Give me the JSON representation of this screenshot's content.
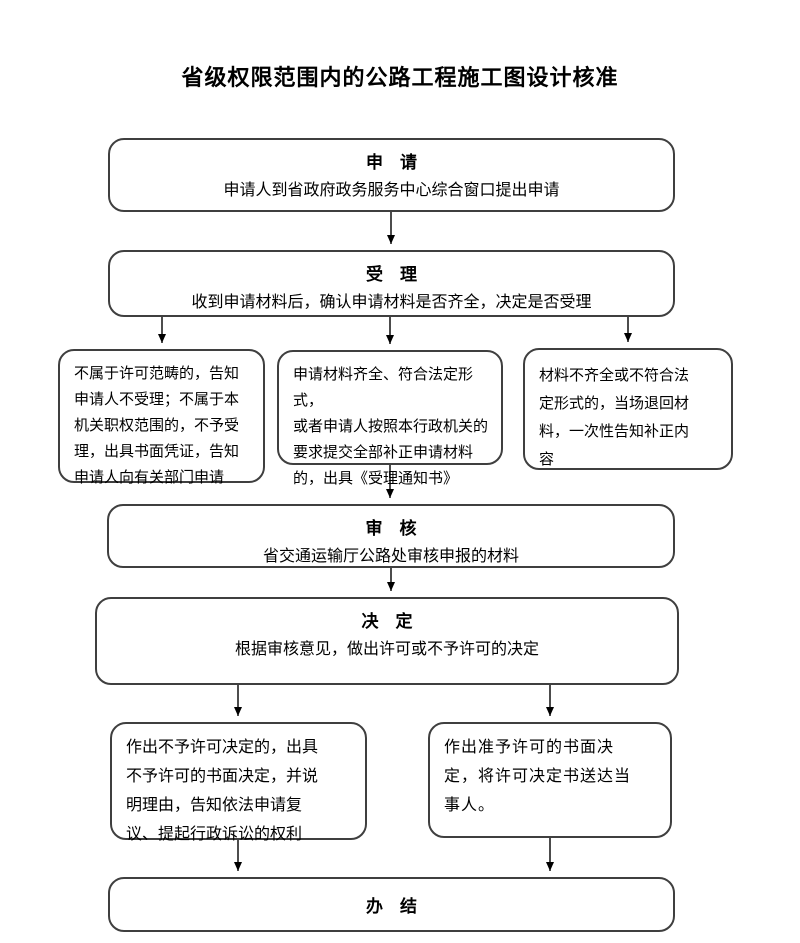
{
  "title": "省级权限范围内的公路工程施工图设计核准",
  "flowchart": {
    "apply": {
      "header": "申　请",
      "body": "申请人到省政府政务服务中心综合窗口提出申请"
    },
    "accept": {
      "header": "受　理",
      "body": "收到申请材料后，确认申请材料是否齐全，决定是否受理"
    },
    "branch_reject": {
      "body": "不属于许可范畴的，告知\n申请人不受理；不属于本\n机关职权范围的，不予受\n理，出具书面凭证，告知\n申请人向有关部门申请"
    },
    "branch_ok": {
      "body": "申请材料齐全、符合法定形式，\n或者申请人按照本行政机关的\n要求提交全部补正申请材料\n的，出具《受理通知书》"
    },
    "branch_incomplete": {
      "body": "材料不齐全或不符合法\n定形式的，当场退回材\n料，一次性告知补正内\n容"
    },
    "review": {
      "header": "审　核",
      "body": "省交通运输厅公路处审核申报的材料"
    },
    "decide": {
      "header": "决　定",
      "body": "根据审核意见，做出许可或不予许可的决定"
    },
    "deny": {
      "body": "作出不予许可决定的，出具\n不予许可的书面决定，并说\n明理由，告知依法申请复\n议、提起行政诉讼的权利"
    },
    "grant": {
      "body": "作出准予许可的书面决\n定，将许可决定书送达当\n事人。"
    },
    "finish": {
      "header": "办　结"
    }
  },
  "colors": {
    "background": "#ffffff",
    "box_border": "#3f3f3f",
    "text": "#000000",
    "connector": "#000000"
  }
}
